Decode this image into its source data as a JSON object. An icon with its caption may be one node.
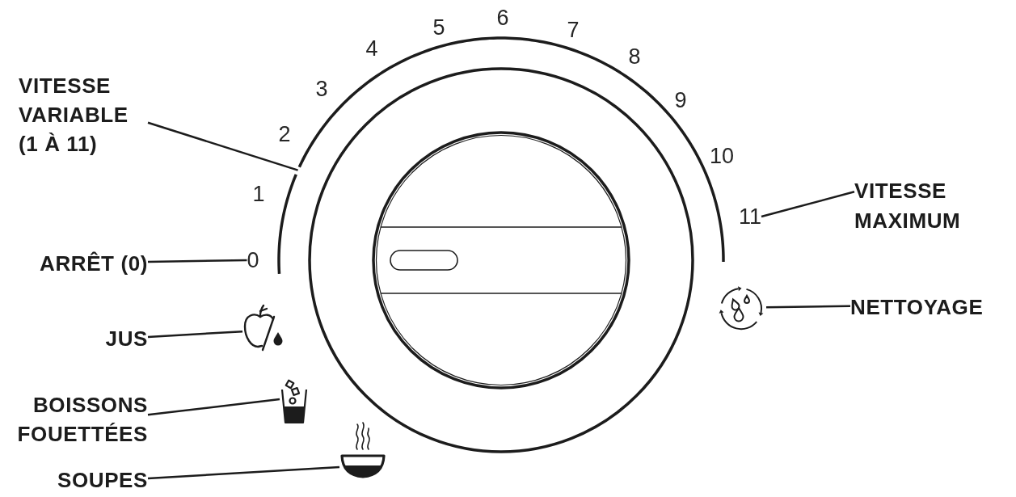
{
  "diagram": {
    "nodes": [
      {
        "text": [
          "VITESSE VARIABLE (1 À 11)"
        ]
      },
      {
        "text": [],
        "shape": "arc"
      },
      {
        "text": [
          "0"
        ]
      },
      {
        "text": [
          "ARRÊT (0)"
        ]
      },
      {
        "text": [
          "11"
        ]
      },
      {
        "text": [
          "VITESSE MAXIMUM"
        ]
      },
      {
        "text": [],
        "shape": "picture"
      },
      {
        "text": [
          "JUS"
        ]
      },
      {
        "text": [],
        "shape": "picture"
      },
      {
        "text": [
          "NETTOYAGE"
        ]
      },
      {
        "text": [],
        "shape": "picture"
      },
      {
        "text": [
          "BOISSONS FOUETTÉES"
        ]
      },
      {
        "text": [],
        "shape": "picture"
      },
      {
        "text": [
          "SOUPES"
        ]
      }
    ],
    "edges": [
      {
        "from": 0,
        "to": 1,
        "arrow": "none"
      },
      {
        "from": 3,
        "to": 2,
        "arrow": "none"
      },
      {
        "from": 5,
        "to": 4,
        "arrow": "none"
      },
      {
        "from": 7,
        "to": 6,
        "arrow": "none"
      },
      {
        "from": 9,
        "to": 8,
        "arrow": "none"
      },
      {
        "from": 11,
        "to": 10,
        "arrow": "none"
      },
      {
        "from": 13,
        "to": 12,
        "arrow": "none"
      }
    ],
    "labels": [
      "1",
      "2",
      "3",
      "4",
      "5",
      "6",
      "7",
      "8",
      "9",
      "10"
    ]
  }
}
